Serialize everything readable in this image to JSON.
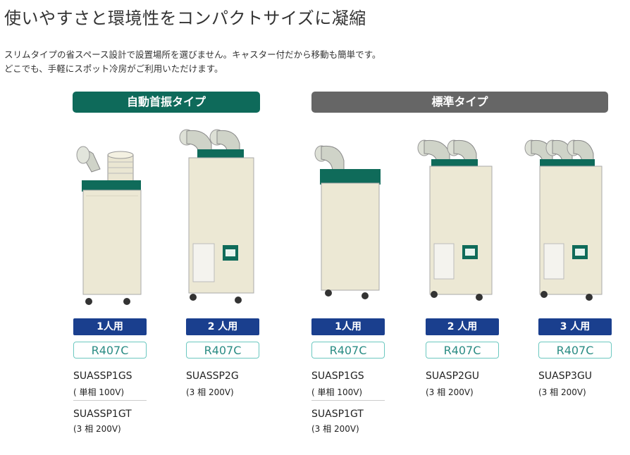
{
  "heading": "使いやすさと環境性をコンパクトサイズに凝縮",
  "description": {
    "line1": "スリムタイプの省スペース設計で設置場所を選びません。キャスター付だから移動も簡単です。",
    "line2": "どこでも、手軽にスポット冷房がご利用いただけます。"
  },
  "categories": {
    "auto": "自動首振タイプ",
    "standard": "標準タイプ"
  },
  "colors": {
    "auto_category": "#0e6a5a",
    "standard_category": "#666666",
    "people_badge": "#1a3f8e",
    "refrigerant_border": "#6cc8c0"
  },
  "products": [
    {
      "people": "1人用",
      "refrigerant": "R407C",
      "model1": "SUASSP1GS",
      "volt1": "( 単相 100V)",
      "model2": "SUASSP1GT",
      "volt2": "(3 相 200V)"
    },
    {
      "people": "2 人用",
      "refrigerant": "R407C",
      "model1": "SUASSP2G",
      "volt1": "(3 相 200V)"
    },
    {
      "people": "1人用",
      "refrigerant": "R407C",
      "model1": "SUASP1GS",
      "volt1": "( 単相 100V)",
      "model2": "SUASP1GT",
      "volt2": "(3 相 200V)"
    },
    {
      "people": "2 人用",
      "refrigerant": "R407C",
      "model1": "SUASP2GU",
      "volt1": "(3 相 200V)"
    },
    {
      "people": "3 人用",
      "refrigerant": "R407C",
      "model1": "SUASP3GU",
      "volt1": "(3 相 200V)"
    }
  ]
}
